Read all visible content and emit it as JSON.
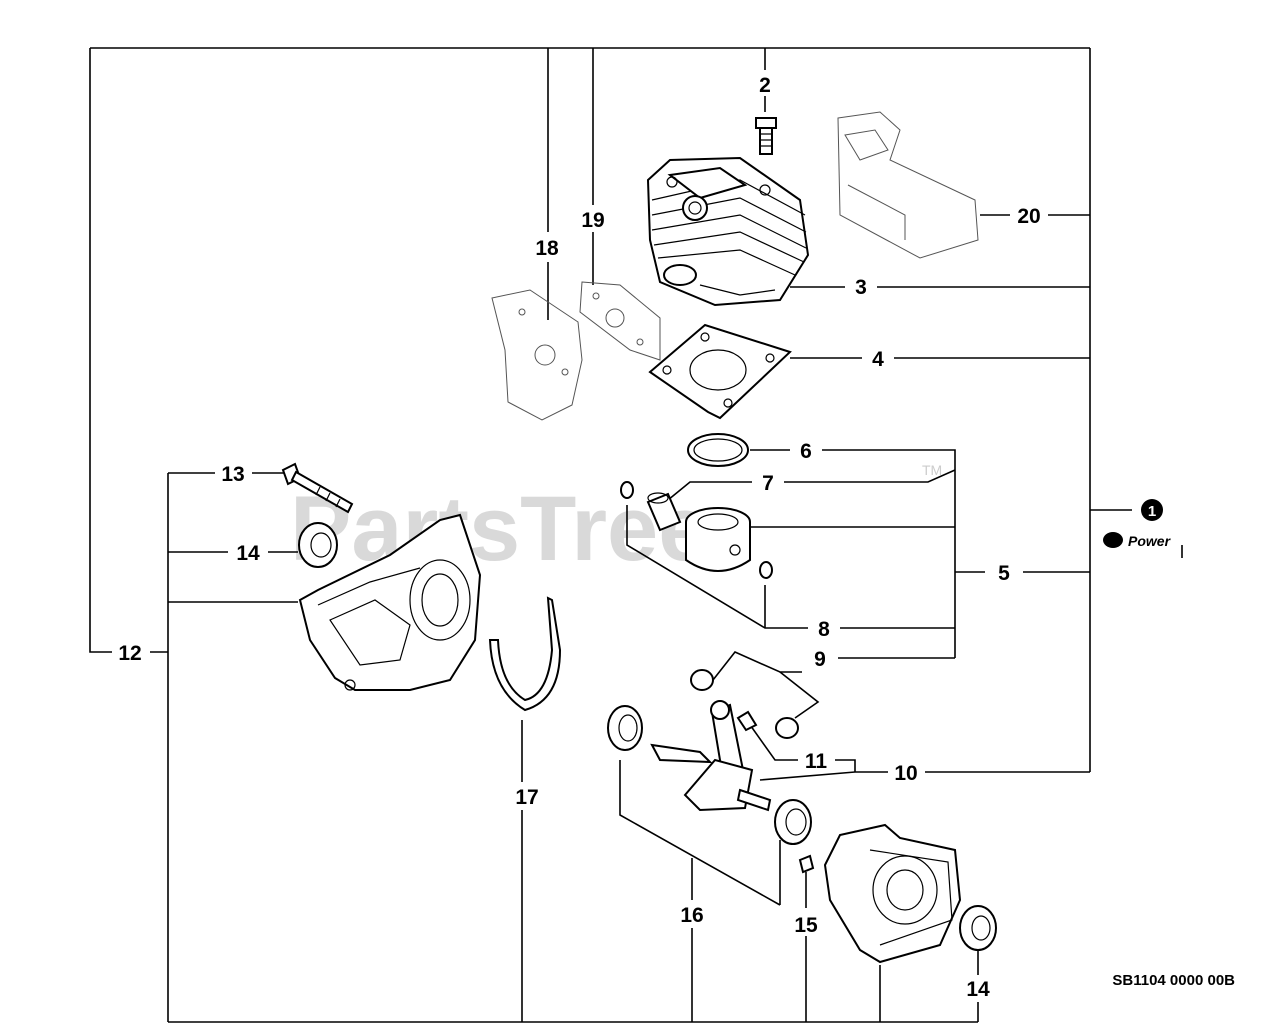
{
  "watermark": {
    "text": "PartsTree",
    "trademark": "TM"
  },
  "drawing_code": "SB1104 0000 00B",
  "badge": {
    "number": "1",
    "text": "Power"
  },
  "callouts": {
    "c2": "2",
    "c3": "3",
    "c4": "4",
    "c5": "5",
    "c6": "6",
    "c7": "7",
    "c8": "8",
    "c9": "9",
    "c10": "10",
    "c11": "11",
    "c12": "12",
    "c13": "13",
    "c14a": "14",
    "c14b": "14",
    "c15": "15",
    "c16": "16",
    "c17": "17",
    "c18": "18",
    "c19": "19",
    "c20": "20"
  }
}
